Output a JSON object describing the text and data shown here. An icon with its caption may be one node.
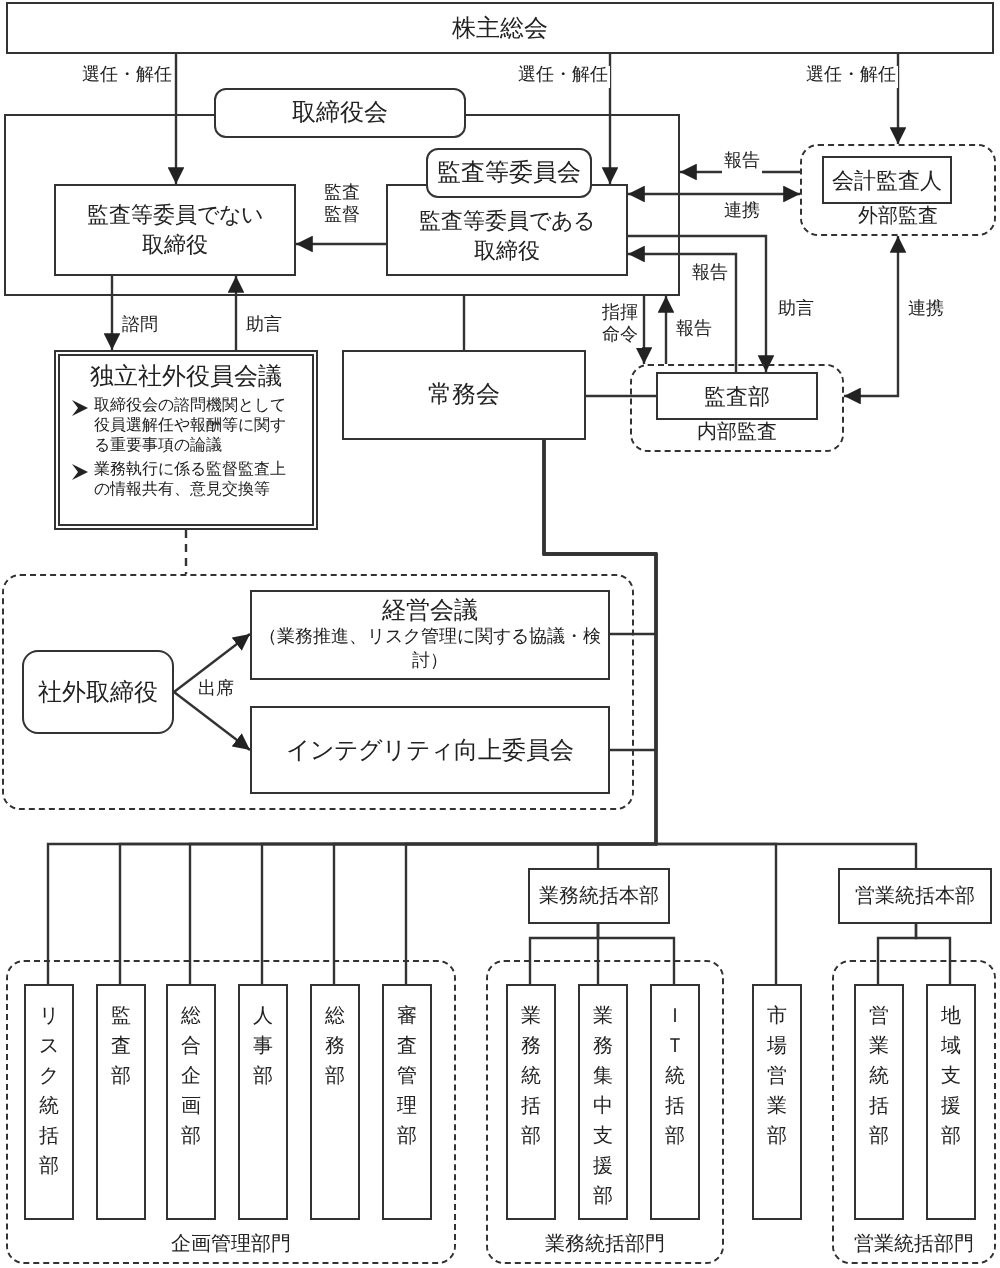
{
  "diagram": {
    "nodes": [
      {
        "text": [
          "株主総会"
        ]
      },
      {
        "text": [
          "取締役会"
        ]
      },
      {
        "text": [
          "監査等委員でない取締役"
        ],
        "in": 1
      },
      {
        "text": [
          "監査等委員会",
          "監査等委員である取締役"
        ],
        "in": 1
      },
      {
        "text": [
          "外部監査"
        ]
      },
      {
        "text": [
          "会計監査人"
        ],
        "in": 4
      },
      {
        "text": [
          "独立社外役員会議",
          "取締役会の諮問機関として役員選解任や報酬等に関する重要事項の論議",
          "業務執行に係る監督監査上の情報共有、意見交換等"
        ]
      },
      {
        "text": [
          "常務会"
        ]
      },
      {
        "text": [
          "内部監査"
        ]
      },
      {
        "text": [
          "監査部"
        ],
        "in": 8
      },
      {
        "text": [],
        "shape": "box"
      },
      {
        "text": [
          "社外取締役"
        ],
        "in": 10
      },
      {
        "text": [
          "経営会議",
          "（業務推進、リスク管理に関する協議・検討）"
        ],
        "in": 10
      },
      {
        "text": [
          "インテグリティ向上委員会"
        ],
        "in": 10
      },
      {
        "text": [
          "企画管理部門"
        ]
      },
      {
        "text": [
          "リスク統括部"
        ],
        "in": 14
      },
      {
        "text": [
          "監査部"
        ],
        "in": 14
      },
      {
        "text": [
          "総合企画部"
        ],
        "in": 14
      },
      {
        "text": [
          "人事部"
        ],
        "in": 14
      },
      {
        "text": [
          "総務部"
        ],
        "in": 14
      },
      {
        "text": [
          "審査管理部"
        ],
        "in": 14
      },
      {
        "text": [
          "業務統括本部"
        ]
      },
      {
        "text": [
          "業務統括部門"
        ]
      },
      {
        "text": [
          "業務統括部"
        ],
        "in": 22
      },
      {
        "text": [
          "業務集中支援部"
        ],
        "in": 22
      },
      {
        "text": [
          "ＩＴ統括部"
        ],
        "in": 22
      },
      {
        "text": [
          "市場営業部"
        ]
      },
      {
        "text": [
          "営業統括本部"
        ]
      },
      {
        "text": [
          "営業統括部門"
        ]
      },
      {
        "text": [
          "営業統括部"
        ],
        "in": 28
      },
      {
        "text": [
          "地域支援部"
        ],
        "in": 28
      }
    ],
    "edges": [
      {
        "from": 0,
        "to": 2,
        "arrow": "to",
        "label": "選任・解任"
      },
      {
        "from": 0,
        "to": 3,
        "arrow": "to",
        "label": "選任・解任"
      },
      {
        "from": 0,
        "to": 4,
        "arrow": "to",
        "label": "選任・解任"
      },
      {
        "from": 3,
        "to": 2,
        "arrow": "to",
        "label": "監査監督"
      },
      {
        "from": 4,
        "to": 1,
        "arrow": "to",
        "label": "報告"
      },
      {
        "from": 3,
        "to": 4,
        "arrow": "both",
        "label": "連携"
      },
      {
        "from": 9,
        "to": 3,
        "arrow": "to",
        "label": "報告"
      },
      {
        "from": 3,
        "to": 9,
        "arrow": "to",
        "label": "助言"
      },
      {
        "from": 1,
        "to": 8,
        "arrow": "to",
        "label": "指揮命令"
      },
      {
        "from": 8,
        "to": 1,
        "arrow": "to",
        "label": "報告"
      },
      {
        "from": 4,
        "to": 8,
        "arrow": "both",
        "label": "連携"
      },
      {
        "from": 2,
        "to": 6,
        "arrow": "to",
        "label": "諮問"
      },
      {
        "from": 6,
        "to": 2,
        "arrow": "to",
        "label": "助言"
      },
      {
        "from": 1,
        "to": 7,
        "arrow": "none"
      },
      {
        "from": 7,
        "to": 9,
        "arrow": "none"
      },
      {
        "from": 6,
        "to": 10,
        "arrow": "none",
        "style": "dashed"
      },
      {
        "from": 11,
        "to": 12,
        "arrow": "to",
        "label": "出席"
      },
      {
        "from": 11,
        "to": 13,
        "arrow": "to"
      },
      {
        "from": 7,
        "to": 12,
        "arrow": "none"
      },
      {
        "from": 7,
        "to": 13,
        "arrow": "none"
      },
      {
        "from": 7,
        "to": 15,
        "arrow": "none"
      },
      {
        "from": 7,
        "to": 16,
        "arrow": "none"
      },
      {
        "from": 7,
        "to": 17,
        "arrow": "none"
      },
      {
        "from": 7,
        "to": 18,
        "arrow": "none"
      },
      {
        "from": 7,
        "to": 19,
        "arrow": "none"
      },
      {
        "from": 7,
        "to": 20,
        "arrow": "none"
      },
      {
        "from": 7,
        "to": 21,
        "arrow": "none"
      },
      {
        "from": 7,
        "to": 26,
        "arrow": "none"
      },
      {
        "from": 7,
        "to": 27,
        "arrow": "none"
      },
      {
        "from": 21,
        "to": 23,
        "arrow": "none"
      },
      {
        "from": 21,
        "to": 24,
        "arrow": "none"
      },
      {
        "from": 21,
        "to": 25,
        "arrow": "none"
      },
      {
        "from": 27,
        "to": 29,
        "arrow": "none"
      },
      {
        "from": 27,
        "to": 30,
        "arrow": "none"
      }
    ]
  }
}
